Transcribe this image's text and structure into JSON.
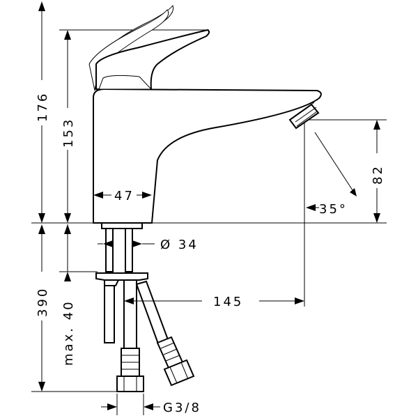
{
  "dimensions": {
    "total_height": "176",
    "spout_height": "153",
    "outlet_height": "82",
    "body_width": "47",
    "spray_angle": "35°",
    "shank_diameter": "Ø 34",
    "below_deck_length": "390",
    "max_deck_thickness": "max. 40",
    "projection": "145",
    "connection_thread": "G3/8"
  }
}
